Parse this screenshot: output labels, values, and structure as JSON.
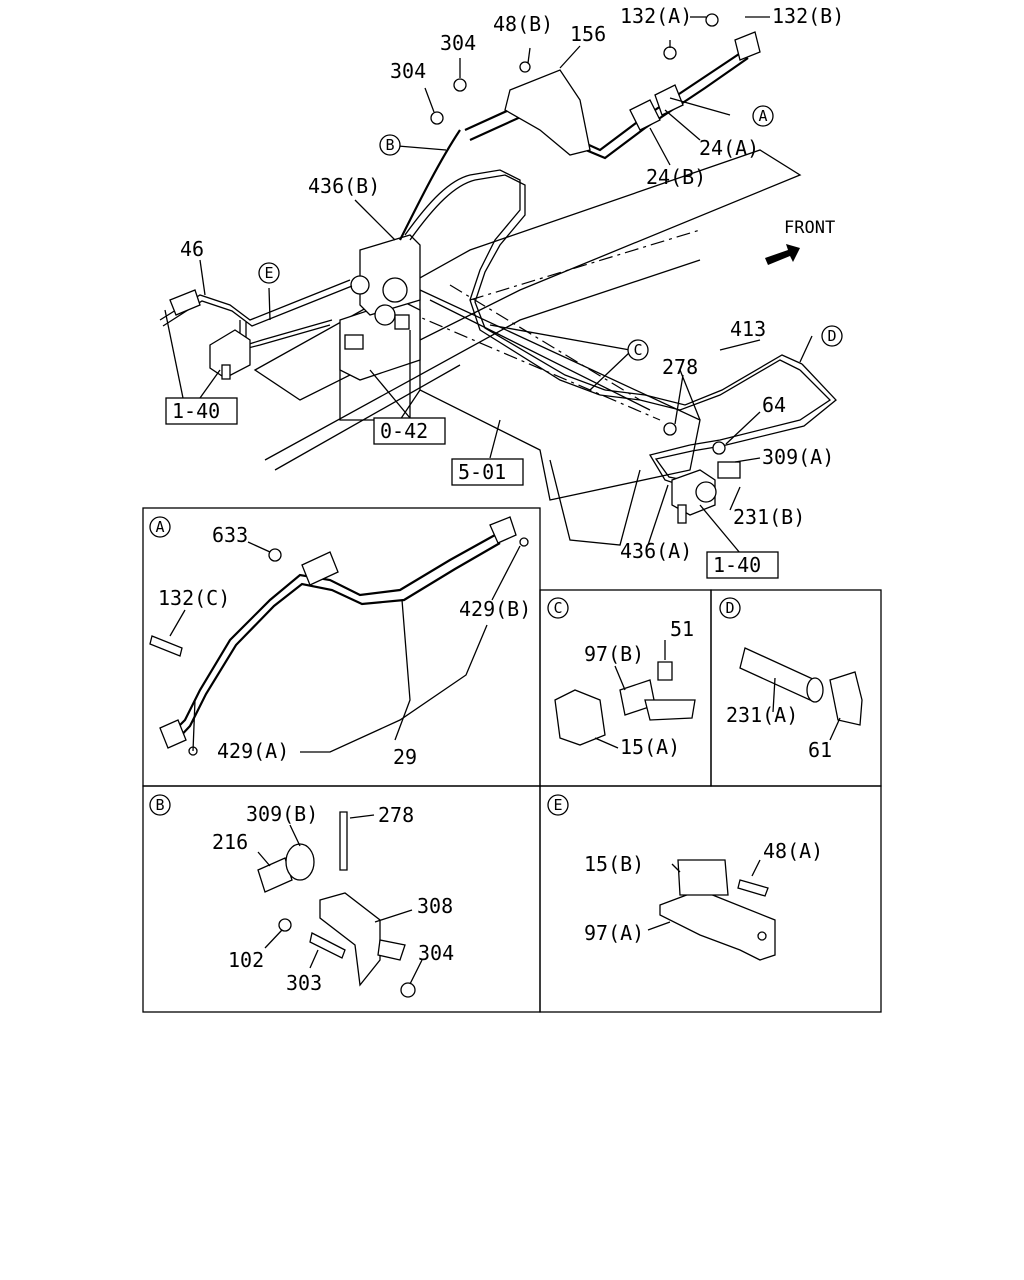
{
  "main_labels": {
    "l_132a_top": "132(A)",
    "l_132b_top": "132(B)",
    "l_48b": "48(B)",
    "l_156": "156",
    "l_304_a": "304",
    "l_304_b": "304",
    "l_24a": "24(A)",
    "l_24b": "24(B)",
    "l_436b": "436(B)",
    "l_46": "46",
    "l_front": "FRONT",
    "l_413": "413",
    "l_278": "278",
    "l_64": "64",
    "l_309a": "309(A)",
    "l_231b": "231(B)",
    "l_436a": "436(A)"
  },
  "circle_refs": {
    "c_a_main": "A",
    "c_b_main": "B",
    "c_c_main": "C",
    "c_d_main": "D",
    "c_e_main": "E",
    "c_a_panel": "A",
    "c_b_panel": "B",
    "c_c_panel": "C",
    "c_d_panel": "D",
    "c_e_panel": "E"
  },
  "boxed_refs": {
    "r_140_left": "1-40",
    "r_042": "0-42",
    "r_501": "5-01",
    "r_140_right": "1-40"
  },
  "panel_a": {
    "l_633": "633",
    "l_132c": "132(C)",
    "l_429b": "429(B)",
    "l_429a": "429(A)",
    "l_29": "29"
  },
  "panel_b": {
    "l_309b": "309(B)",
    "l_278": "278",
    "l_216": "216",
    "l_308": "308",
    "l_102": "102",
    "l_303": "303",
    "l_304": "304"
  },
  "panel_c": {
    "l_97b": "97(B)",
    "l_51": "51",
    "l_15a": "15(A)"
  },
  "panel_d": {
    "l_231a": "231(A)",
    "l_61": "61"
  },
  "panel_e": {
    "l_15b": "15(B)",
    "l_48a": "48(A)",
    "l_97a": "97(A)"
  }
}
